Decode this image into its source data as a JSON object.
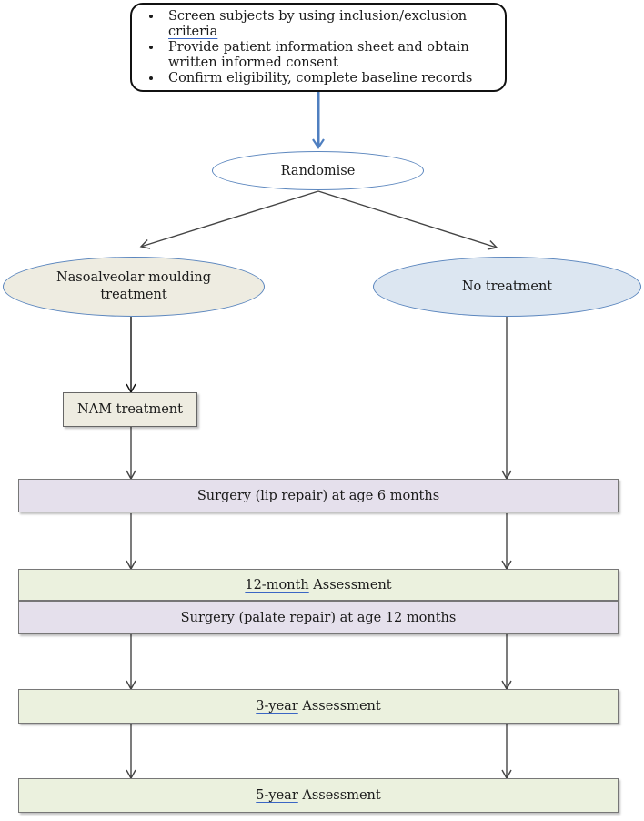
{
  "screening": {
    "bullets": [
      {
        "pre": "Screen subjects by using inclusion/exclusion ",
        "underlined": "criteria",
        "post": ""
      },
      {
        "pre": "Provide patient information sheet and obtain written informed consent",
        "underlined": "",
        "post": ""
      },
      {
        "pre": "Confirm eligibility, complete baseline records",
        "underlined": "",
        "post": ""
      }
    ]
  },
  "randomise": {
    "label": "Randomise"
  },
  "arms": {
    "left": {
      "label": "Nasoalveolar moulding treatment",
      "fill": "#eeece1"
    },
    "right": {
      "label": "No treatment",
      "fill": "#dce6f1"
    }
  },
  "nam_box": {
    "label": "NAM treatment"
  },
  "surgery_lip": {
    "label": "Surgery (lip repair) at age 6 months"
  },
  "assess_12": {
    "underlined": "12-month",
    "rest": " Assessment"
  },
  "surgery_palate": {
    "label": "Surgery (palate repair) at age 12 months"
  },
  "assess_3y": {
    "underlined": "3-year",
    "rest": " Assessment"
  },
  "assess_5y": {
    "underlined": "5-year",
    "rest": " Assessment"
  },
  "colors": {
    "outline_blue": "#5b86be",
    "arrow_blue": "#4f7fc0",
    "arrow_gray": "#444444",
    "lilac": "#e5e0ec",
    "green": "#ebf1de"
  }
}
